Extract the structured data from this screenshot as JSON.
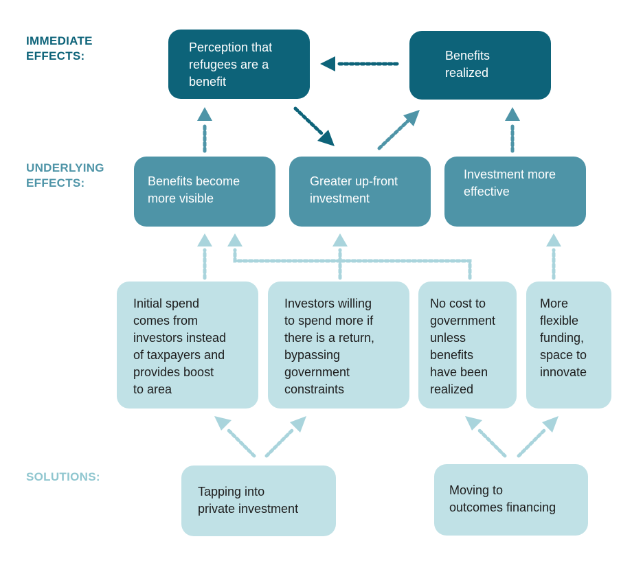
{
  "row_labels": {
    "immediate": [
      "IMMEDIATE",
      "EFFECTS:"
    ],
    "underlying": [
      "UNDERLYING",
      "EFFECTS:"
    ],
    "solutions": [
      "SOLUTIONS:"
    ]
  },
  "colors": {
    "immediate_box": "#0d6379",
    "underlying_box": "#4e94a7",
    "effect_box": "#c0e1e6",
    "label_dark": "#0d6379",
    "label_mid": "#4e94a7",
    "label_light": "#8fc6cf",
    "arrow_dark": "#0d6379",
    "arrow_mid": "#4e94a7",
    "arrow_light": "#a9d4dc"
  },
  "immediate_effects": {
    "perception": [
      "Perception that",
      "refugees are a",
      "benefit"
    ],
    "benefits_realized": [
      "Benefits",
      "realized"
    ]
  },
  "underlying_effects": {
    "benefits_visible": [
      "Benefits become",
      "more visible"
    ],
    "upfront_investment": [
      "Greater up-front",
      "investment"
    ],
    "investment_effective": [
      "Investment more",
      "effective"
    ]
  },
  "solution_effects": {
    "initial_spend": [
      "Initial spend",
      "comes from",
      "investors instead",
      "of taxpayers and",
      "provides boost",
      "to area"
    ],
    "investors_willing": [
      "Investors willing",
      "to spend more if",
      "there is a return,",
      "bypassing",
      "government",
      "constraints"
    ],
    "no_cost": [
      "No cost to",
      "government",
      "unless",
      "benefits",
      "have been",
      "realized"
    ],
    "flexible_funding": [
      "More",
      "flexible",
      "funding,",
      "space to",
      "innovate"
    ]
  },
  "solutions": {
    "private_investment": [
      "Tapping into",
      "private investment"
    ],
    "outcomes_financing": [
      "Moving to",
      "outcomes financing"
    ]
  }
}
